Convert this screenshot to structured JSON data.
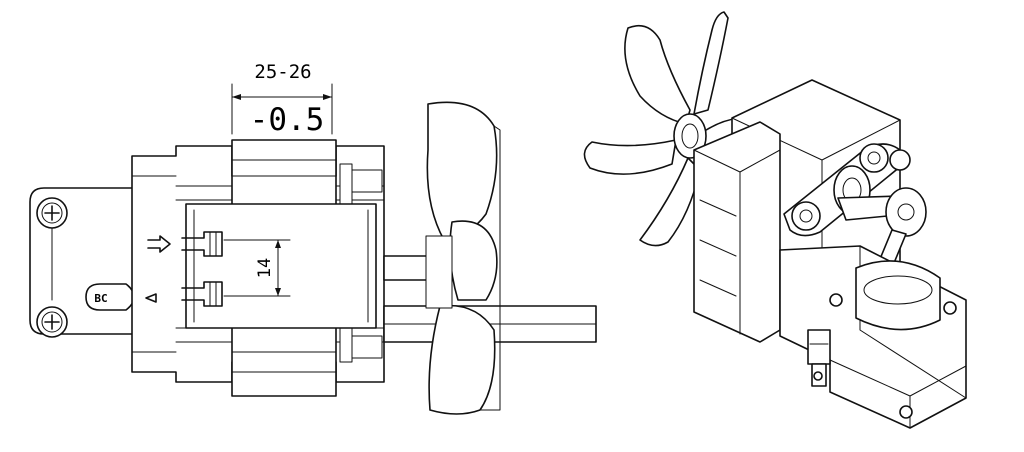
{
  "dimensions": {
    "length_label": "25-26",
    "tolerance_label": "-0.5",
    "height_label": "14"
  },
  "markings": {
    "terminal_label": "BC"
  },
  "colors": {
    "line": "#111111",
    "background": "#ffffff",
    "shade": "#e9e9e9"
  }
}
